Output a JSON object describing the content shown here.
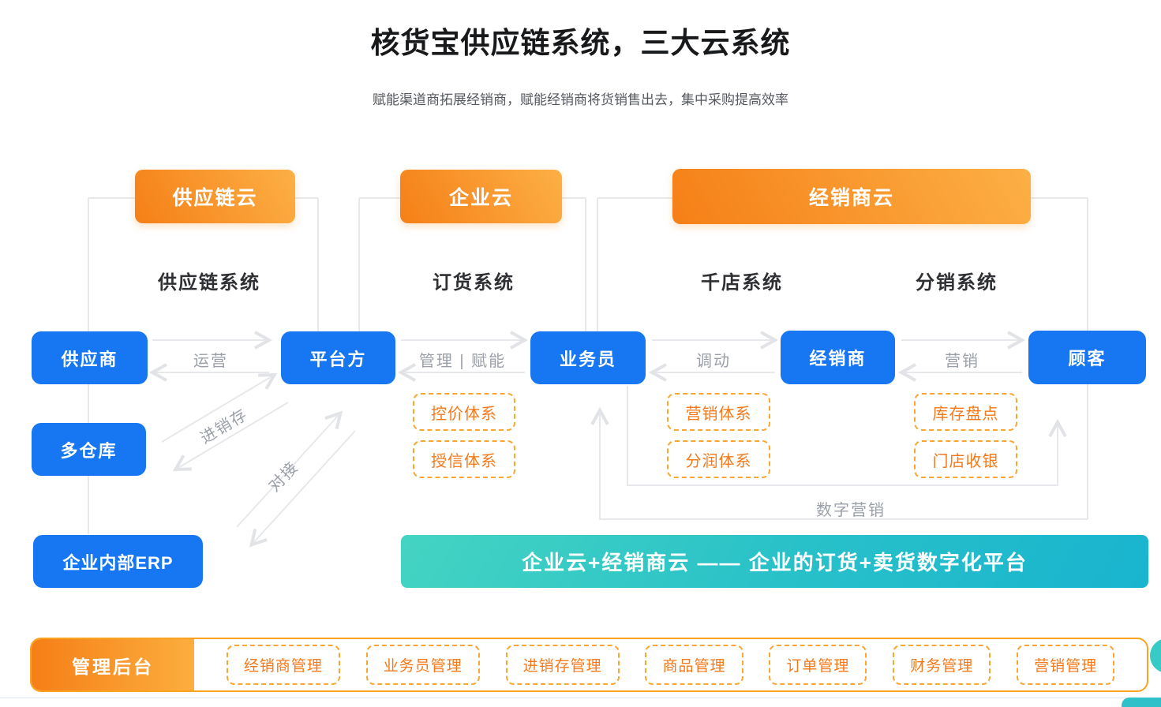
{
  "page": {
    "title": "核货宝供应链系统，三大云系统",
    "subtitle": "赋能渠道商拓展经销商，赋能经销商将货销售出去，集中采购提高效率"
  },
  "clouds": {
    "supply_chain_cloud": "供应链云",
    "enterprise_cloud": "企业云",
    "distributor_cloud": "经销商云"
  },
  "systems": {
    "supply_chain_system": "供应链系统",
    "ordering_system": "订货系统",
    "thousand_store_system": "千店系统",
    "distribution_system": "分销系统"
  },
  "nodes": {
    "supplier": "供应商",
    "multi_warehouse": "多仓库",
    "platform": "平台方",
    "salesman": "业务员",
    "distributor": "经销商",
    "customer": "顾客",
    "erp": "企业内部ERP"
  },
  "flows": {
    "operate": "运营",
    "purchase_sales_inventory": "进销存",
    "connect": "对接",
    "manage_empower": "管理 | 赋能",
    "dispatch": "调动",
    "marketing": "营销",
    "digital_marketing": "数字营销"
  },
  "feature_chips": {
    "price_control": "控价体系",
    "credit_system": "授信体系",
    "marketing_system": "营销体系",
    "profit_sharing": "分润体系",
    "stock_taking": "库存盘点",
    "store_cashier": "门店收银"
  },
  "banner": {
    "text": "企业云+经销商云 —— 企业的订货+卖货数字化平台"
  },
  "admin_bar": {
    "label": "管理后台",
    "modules": [
      "经销商管理",
      "业务员管理",
      "进销存管理",
      "商品管理",
      "订单管理",
      "财务管理",
      "营销管理"
    ]
  },
  "colors": {
    "accent_orange": "#f5791a",
    "node_blue": "#1777f2",
    "banner_teal": "#27c0c9",
    "wire_gray": "#e7e8eb"
  }
}
